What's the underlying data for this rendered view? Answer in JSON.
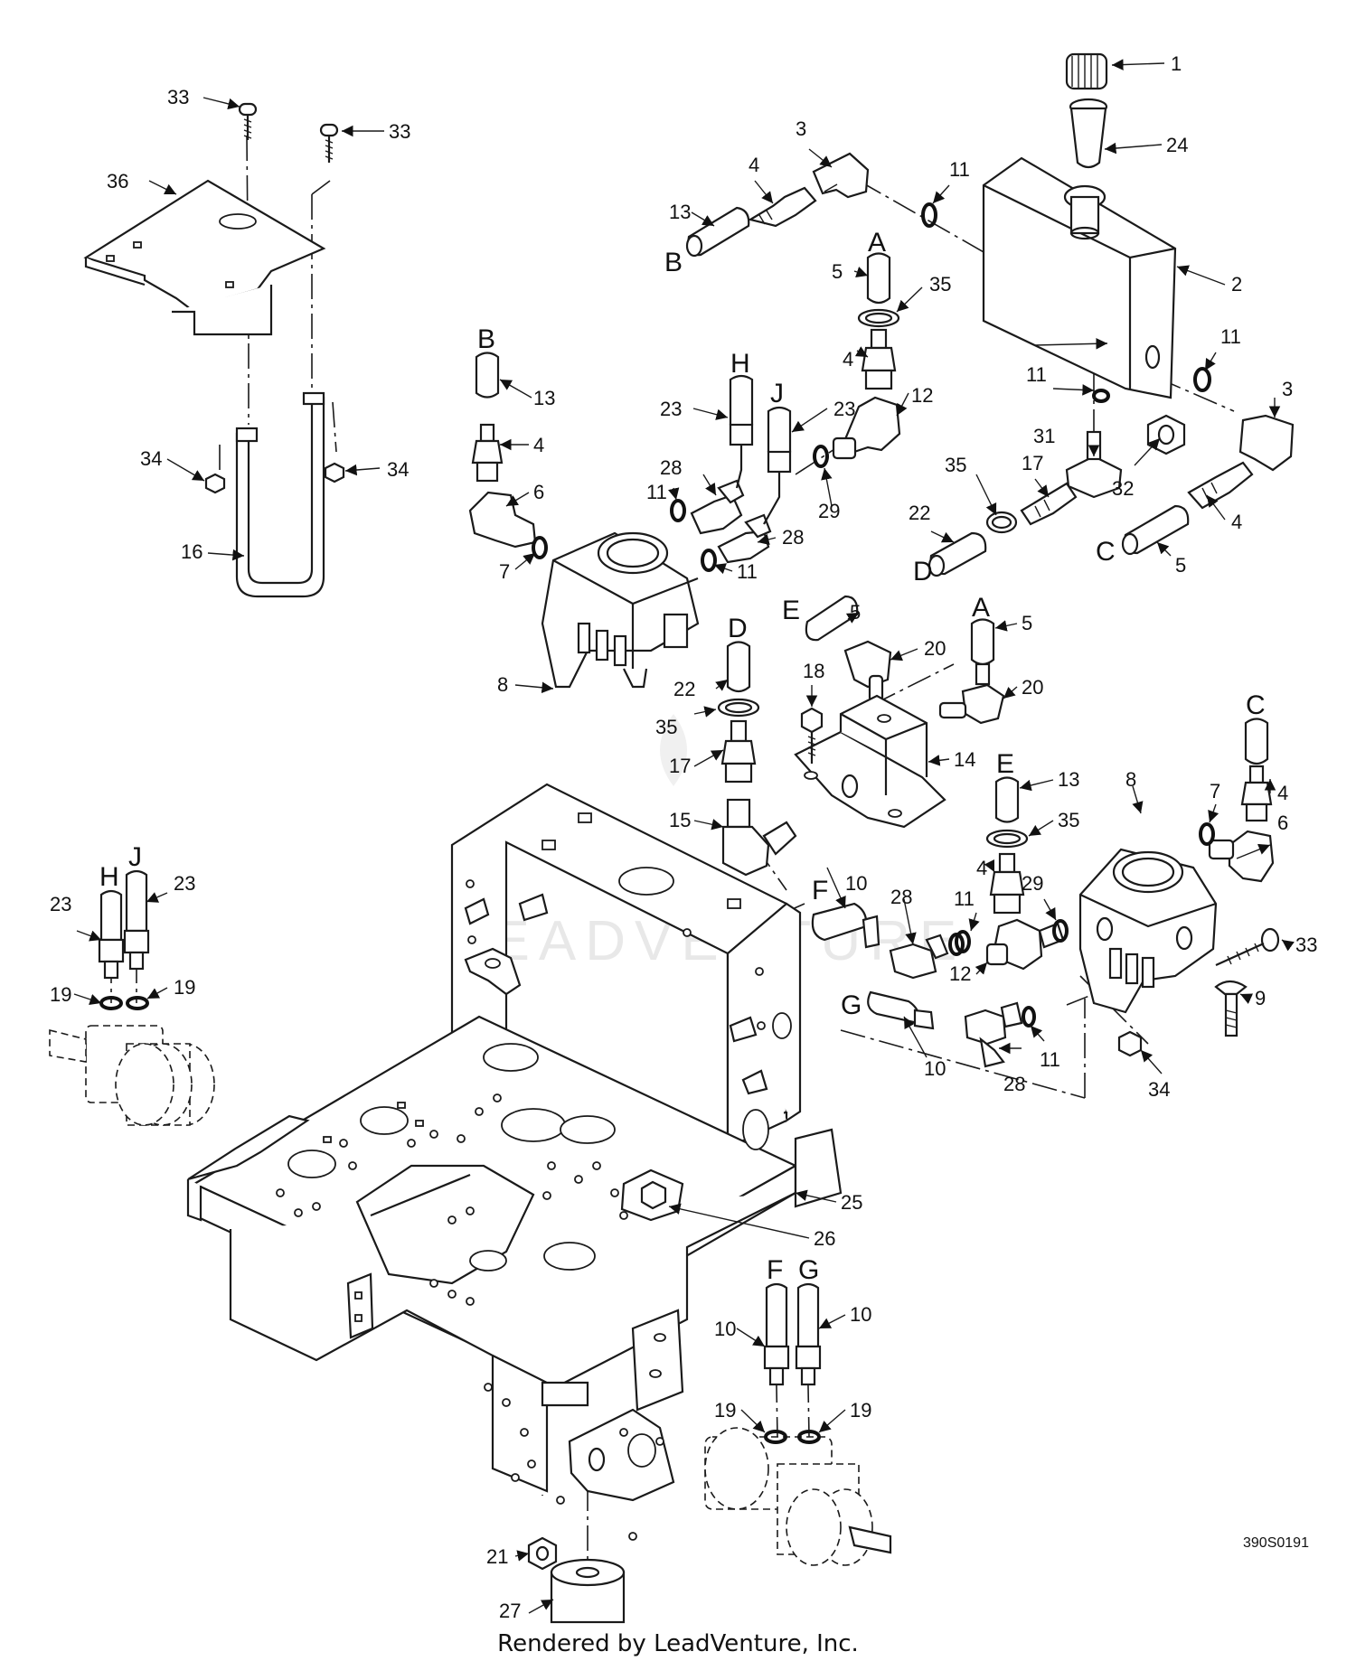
{
  "figure_id": "390S0191",
  "footer_text": "Rendered by LeadVenture, Inc.",
  "watermark": "LEADVENTURE",
  "callouts": [
    {
      "id": "c1",
      "text": "1"
    },
    {
      "id": "c24",
      "text": "24"
    },
    {
      "id": "c2",
      "text": "2"
    },
    {
      "id": "c3a",
      "text": "3"
    },
    {
      "id": "c3b",
      "text": "3"
    },
    {
      "id": "c4a",
      "text": "4"
    },
    {
      "id": "c4b",
      "text": "4"
    },
    {
      "id": "c4c",
      "text": "4"
    },
    {
      "id": "c4d",
      "text": "4"
    },
    {
      "id": "c4e",
      "text": "4"
    },
    {
      "id": "c4f",
      "text": "4"
    },
    {
      "id": "c5a",
      "text": "5"
    },
    {
      "id": "c5b",
      "text": "5"
    },
    {
      "id": "c5c",
      "text": "5"
    },
    {
      "id": "c5d",
      "text": "5"
    },
    {
      "id": "c6a",
      "text": "6"
    },
    {
      "id": "c6b",
      "text": "6"
    },
    {
      "id": "c7a",
      "text": "7"
    },
    {
      "id": "c7b",
      "text": "7"
    },
    {
      "id": "c8a",
      "text": "8"
    },
    {
      "id": "c8b",
      "text": "8"
    },
    {
      "id": "c9",
      "text": "9"
    },
    {
      "id": "c10a",
      "text": "10"
    },
    {
      "id": "c10b",
      "text": "10"
    },
    {
      "id": "c10c",
      "text": "10"
    },
    {
      "id": "c10d",
      "text": "10"
    },
    {
      "id": "c11a",
      "text": "11"
    },
    {
      "id": "c11b",
      "text": "11"
    },
    {
      "id": "c11c",
      "text": "11"
    },
    {
      "id": "c11d",
      "text": "11"
    },
    {
      "id": "c11e",
      "text": "11"
    },
    {
      "id": "c11f",
      "text": "11"
    },
    {
      "id": "c11g",
      "text": "11"
    },
    {
      "id": "c12a",
      "text": "12"
    },
    {
      "id": "c12b",
      "text": "12"
    },
    {
      "id": "c13a",
      "text": "13"
    },
    {
      "id": "c13b",
      "text": "13"
    },
    {
      "id": "c13c",
      "text": "13"
    },
    {
      "id": "c14",
      "text": "14"
    },
    {
      "id": "c15",
      "text": "15"
    },
    {
      "id": "c16",
      "text": "16"
    },
    {
      "id": "c17a",
      "text": "17"
    },
    {
      "id": "c17b",
      "text": "17"
    },
    {
      "id": "c18",
      "text": "18"
    },
    {
      "id": "c19a",
      "text": "19"
    },
    {
      "id": "c19b",
      "text": "19"
    },
    {
      "id": "c19c",
      "text": "19"
    },
    {
      "id": "c19d",
      "text": "19"
    },
    {
      "id": "c20a",
      "text": "20"
    },
    {
      "id": "c20b",
      "text": "20"
    },
    {
      "id": "c21",
      "text": "21"
    },
    {
      "id": "c22a",
      "text": "22"
    },
    {
      "id": "c22b",
      "text": "22"
    },
    {
      "id": "c23a",
      "text": "23"
    },
    {
      "id": "c23b",
      "text": "23"
    },
    {
      "id": "c23c",
      "text": "23"
    },
    {
      "id": "c23d",
      "text": "23"
    },
    {
      "id": "c25",
      "text": "25"
    },
    {
      "id": "c26",
      "text": "26"
    },
    {
      "id": "c27",
      "text": "27"
    },
    {
      "id": "c28a",
      "text": "28"
    },
    {
      "id": "c28b",
      "text": "28"
    },
    {
      "id": "c28c",
      "text": "28"
    },
    {
      "id": "c28d",
      "text": "28"
    },
    {
      "id": "c29a",
      "text": "29"
    },
    {
      "id": "c29b",
      "text": "29"
    },
    {
      "id": "c31",
      "text": "31"
    },
    {
      "id": "c32",
      "text": "32"
    },
    {
      "id": "c33a",
      "text": "33"
    },
    {
      "id": "c33b",
      "text": "33"
    },
    {
      "id": "c33c",
      "text": "33"
    },
    {
      "id": "c34a",
      "text": "34"
    },
    {
      "id": "c34b",
      "text": "34"
    },
    {
      "id": "c34c",
      "text": "34"
    },
    {
      "id": "c35a",
      "text": "35"
    },
    {
      "id": "c35b",
      "text": "35"
    },
    {
      "id": "c35c",
      "text": "35"
    },
    {
      "id": "c35d",
      "text": "35"
    },
    {
      "id": "c36",
      "text": "36"
    }
  ],
  "connectors": [
    {
      "id": "kA1",
      "text": "A"
    },
    {
      "id": "kA2",
      "text": "A"
    },
    {
      "id": "kB1",
      "text": "B"
    },
    {
      "id": "kB2",
      "text": "B"
    },
    {
      "id": "kC1",
      "text": "C"
    },
    {
      "id": "kC2",
      "text": "C"
    },
    {
      "id": "kD1",
      "text": "D"
    },
    {
      "id": "kD2",
      "text": "D"
    },
    {
      "id": "kE1",
      "text": "E"
    },
    {
      "id": "kE2",
      "text": "E"
    },
    {
      "id": "kF1",
      "text": "F"
    },
    {
      "id": "kF2",
      "text": "F"
    },
    {
      "id": "kG1",
      "text": "G"
    },
    {
      "id": "kG2",
      "text": "G"
    },
    {
      "id": "kH1",
      "text": "H"
    },
    {
      "id": "kH2",
      "text": "H"
    },
    {
      "id": "kJ1",
      "text": "J"
    },
    {
      "id": "kJ2",
      "text": "J"
    }
  ]
}
